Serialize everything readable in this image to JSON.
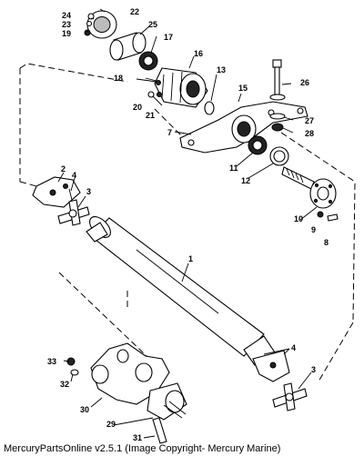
{
  "caption": "MercuryPartsOnline v2.5.1 (Image Copyright- Mercury Marine)",
  "callouts": {
    "c1": "1",
    "c2": "2",
    "c3a": "3",
    "c3b": "3",
    "c4a": "4",
    "c4b": "4",
    "c7": "7",
    "c8": "8",
    "c9": "9",
    "c10": "10",
    "c11": "11",
    "c12": "12",
    "c13": "13",
    "c15": "15",
    "c16": "16",
    "c17": "17",
    "c18": "18",
    "c19": "19",
    "c20": "20",
    "c21": "21",
    "c22": "22",
    "c23": "23",
    "c24": "24",
    "c25": "25",
    "c26": "26",
    "c27": "27",
    "c28": "28",
    "c29": "29",
    "c30": "30",
    "c31": "31",
    "c32": "32",
    "c33": "33"
  }
}
